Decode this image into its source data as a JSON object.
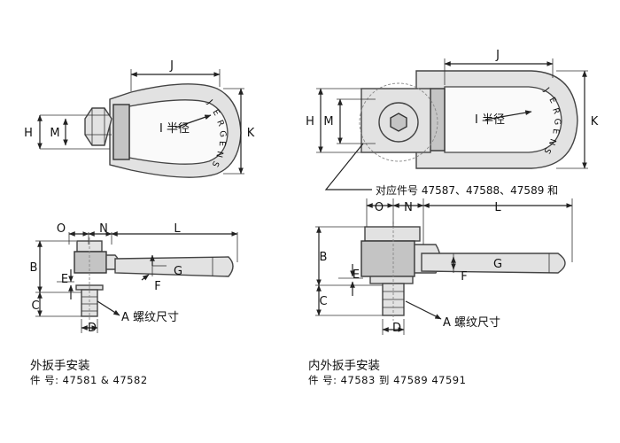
{
  "left": {
    "top_view": {
      "dims": {
        "J": "J",
        "H": "H",
        "M": "M",
        "K": "K"
      },
      "radius_label": "I 半径",
      "brand": [
        "J",
        "E",
        "R",
        "G",
        "E",
        "N",
        "S"
      ]
    },
    "side_view": {
      "dims": {
        "O": "O",
        "N": "N",
        "L": "L",
        "B": "B",
        "E": "E",
        "C": "C",
        "G": "G",
        "F": "F",
        "D": "D"
      },
      "thread_label": "A 螺纹尺寸"
    },
    "caption": {
      "title": "外扳手安装",
      "part_numbers": "件 号: 47581 & 47582"
    }
  },
  "right": {
    "top_view": {
      "dims": {
        "J": "J",
        "H": "H",
        "M": "M",
        "K": "K"
      },
      "radius_label": "I 半径",
      "brand": [
        "J",
        "E",
        "R",
        "G",
        "E",
        "N",
        "S"
      ],
      "callout": "对应件号 47587、47588、47589 和"
    },
    "side_view": {
      "dims": {
        "O": "O",
        "N": "N",
        "L": "L",
        "B": "B",
        "E": "E",
        "C": "C",
        "G": "G",
        "F": "F",
        "D": "D"
      },
      "thread_label": "A 螺纹尺寸"
    },
    "caption": {
      "title": "内外扳手安装",
      "part_numbers": "件 号: 47583 到 47589 47591"
    }
  }
}
